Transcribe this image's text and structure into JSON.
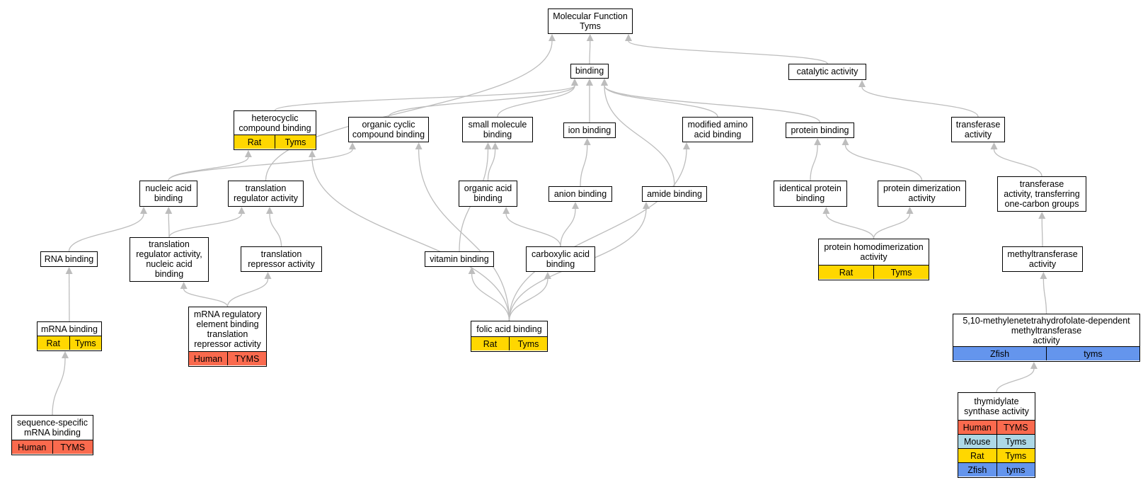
{
  "colors": {
    "edge": "#bdbdbd",
    "Human": "#fa6a4e",
    "Mouse": "#add8e6",
    "Rat": "#ffd700",
    "Zfish": "#6495ed"
  },
  "nodes": [
    {
      "id": "mf",
      "label": "Molecular Function\nTyms"
    },
    {
      "id": "binding",
      "label": "binding"
    },
    {
      "id": "catalytic",
      "label": "catalytic activity"
    },
    {
      "id": "heterocyclic",
      "label": "heterocyclic\ncompound binding",
      "genes": [
        [
          "Rat",
          "Tyms"
        ]
      ]
    },
    {
      "id": "organic_cyclic",
      "label": "organic cyclic\ncompound binding"
    },
    {
      "id": "small_molecule",
      "label": "small molecule\nbinding"
    },
    {
      "id": "ion",
      "label": "ion binding"
    },
    {
      "id": "modified_amino",
      "label": "modified amino\nacid binding"
    },
    {
      "id": "protein",
      "label": "protein binding"
    },
    {
      "id": "transferase",
      "label": "transferase\nactivity"
    },
    {
      "id": "nucleic",
      "label": "nucleic acid\nbinding"
    },
    {
      "id": "trans_reg",
      "label": "translation\nregulator activity"
    },
    {
      "id": "organic_acid",
      "label": "organic acid\nbinding"
    },
    {
      "id": "anion",
      "label": "anion binding"
    },
    {
      "id": "amide",
      "label": "amide binding"
    },
    {
      "id": "identical",
      "label": "identical protein\nbinding"
    },
    {
      "id": "dimer",
      "label": "protein dimerization\nactivity"
    },
    {
      "id": "one_carbon",
      "label": "transferase\nactivity, transferring\none-carbon groups"
    },
    {
      "id": "rna",
      "label": "RNA binding"
    },
    {
      "id": "trna",
      "label": "translation\nregulator activity,\nnucleic acid\nbinding"
    },
    {
      "id": "trep",
      "label": "translation\nrepressor activity"
    },
    {
      "id": "vitamin",
      "label": "vitamin binding"
    },
    {
      "id": "carboxylic",
      "label": "carboxylic acid\nbinding"
    },
    {
      "id": "homodimer",
      "label": "protein homodimerization\nactivity",
      "genes": [
        [
          "Rat",
          "Tyms"
        ]
      ]
    },
    {
      "id": "methyl",
      "label": "methyltransferase\nactivity"
    },
    {
      "id": "mrna",
      "label": "mRNA binding",
      "genes": [
        [
          "Rat",
          "Tyms"
        ]
      ]
    },
    {
      "id": "mrna_reg",
      "label": "mRNA regulatory\nelement binding\ntranslation\nrepressor activity",
      "genes": [
        [
          "Human",
          "TYMS"
        ]
      ]
    },
    {
      "id": "folic",
      "label": "folic acid binding",
      "genes": [
        [
          "Rat",
          "Tyms"
        ]
      ]
    },
    {
      "id": "mthf",
      "label": "5,10-methylenetetrahydrofolate-dependent\nmethyltransferase\nactivity",
      "genes": [
        [
          "Zfish",
          "tyms"
        ]
      ]
    },
    {
      "id": "seq_mrna",
      "label": "sequence-specific\nmRNA binding",
      "genes": [
        [
          "Human",
          "TYMS"
        ]
      ]
    },
    {
      "id": "thym",
      "label": "thymidylate\nsynthase activity",
      "genes": [
        [
          "Human",
          "TYMS"
        ],
        [
          "Mouse",
          "Tyms"
        ],
        [
          "Rat",
          "Tyms"
        ],
        [
          "Zfish",
          "tyms"
        ]
      ]
    }
  ]
}
